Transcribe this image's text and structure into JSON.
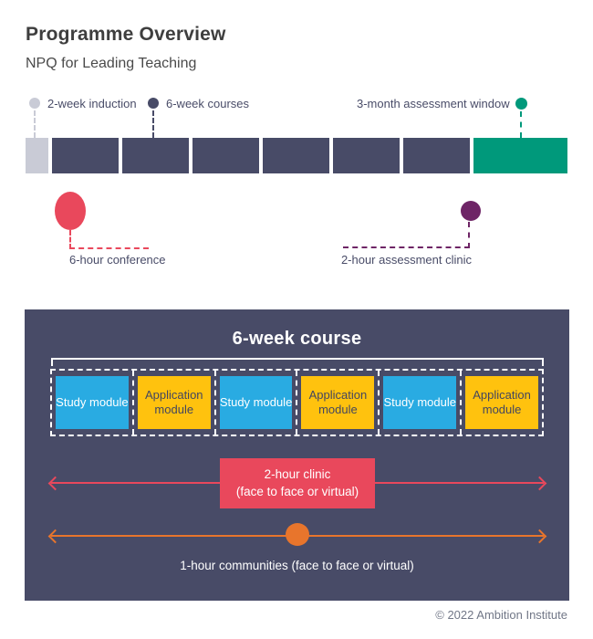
{
  "header": {
    "title": "Programme Overview",
    "subtitle": "NPQ for Leading Teaching"
  },
  "colors": {
    "navy": "#484b67",
    "induction_gray": "#c9cbd6",
    "assessment_teal": "#00997b",
    "conference_red": "#e9485c",
    "communities_orange": "#e8752c",
    "clinic_purple": "#6e2566",
    "study_cyan": "#29abe2",
    "application_yellow": "#ffc20e"
  },
  "timeline": {
    "legend": [
      {
        "label": "2-week induction",
        "color": "#c9cbd6"
      },
      {
        "label": "6-week courses",
        "color": "#484b67"
      },
      {
        "label": "3-month assessment window",
        "color": "#00997b"
      }
    ],
    "blocks": [
      {
        "type": "2-week induction",
        "color": "#c9cbd6"
      },
      {
        "type": "6-week course",
        "color": "#484b67"
      },
      {
        "type": "6-week course",
        "color": "#484b67"
      },
      {
        "type": "6-week course",
        "color": "#484b67"
      },
      {
        "type": "6-week course",
        "color": "#484b67"
      },
      {
        "type": "6-week course",
        "color": "#484b67"
      },
      {
        "type": "6-week course",
        "color": "#484b67"
      },
      {
        "type": "3-month assessment window",
        "color": "#00997b"
      }
    ],
    "markers": {
      "conference": {
        "label": "6-hour conference",
        "color": "#e9485c"
      },
      "assessment_clinic": {
        "label": "2-hour assessment clinic",
        "color": "#6e2566"
      }
    }
  },
  "course_panel": {
    "title": "6-week course",
    "modules": [
      {
        "label": "Study module",
        "type": "study",
        "color": "#29abe2"
      },
      {
        "label": "Application module",
        "type": "application",
        "color": "#ffc20e"
      },
      {
        "label": "Study module",
        "type": "study",
        "color": "#29abe2"
      },
      {
        "label": "Application module",
        "type": "application",
        "color": "#ffc20e"
      },
      {
        "label": "Study module",
        "type": "study",
        "color": "#29abe2"
      },
      {
        "label": "Application module",
        "type": "application",
        "color": "#ffc20e"
      }
    ],
    "clinic": {
      "line1": "2-hour clinic",
      "line2": "(face to face or virtual)"
    },
    "communities": {
      "label": "1-hour communities (face to face or virtual)"
    }
  },
  "footer": {
    "copyright": "© 2022 Ambition Institute"
  }
}
